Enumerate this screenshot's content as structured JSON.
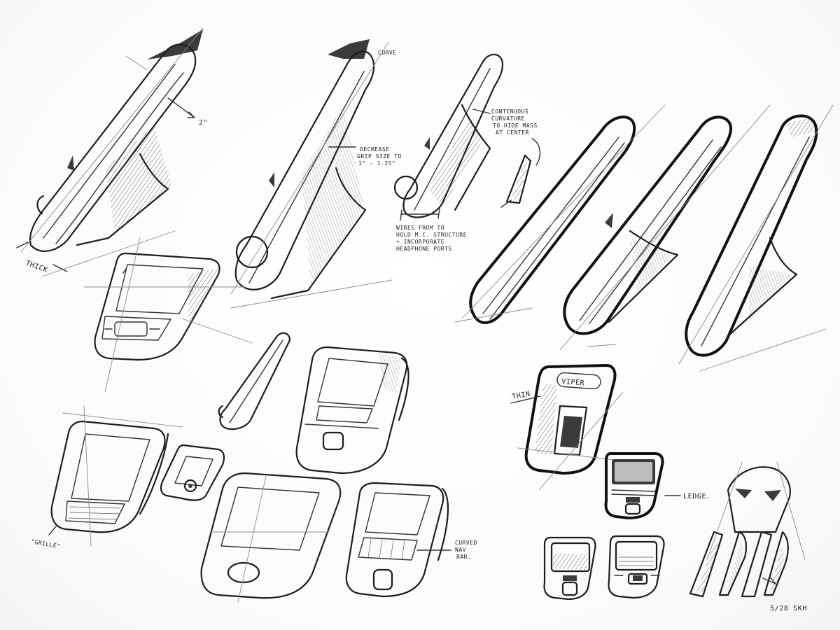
{
  "annotations": {
    "thick": "THICK",
    "two_inch": "2\"",
    "curve": "CURVE",
    "decrease_1": "DECREASE",
    "decrease_2": "GRIP SIZE TO",
    "decrease_3": "1\" - 1.25\"",
    "continuous_1": "CONTINUOUS",
    "continuous_2": "CURVATURE",
    "continuous_3": "TO HIDE MASS",
    "continuous_4": "AT CENTER",
    "wires_1": "WIRES FROM TO",
    "wires_2": "HOLD M.C. STRUCTURE",
    "wires_3": "+ INCORPORATE",
    "wires_4": "HEADPHONE PORTS",
    "grille": "\"GRILLE\"",
    "curved_nav_1": "CURVED",
    "curved_nav_2": "NAV",
    "curved_nav_3": "BAR.",
    "thin": "THIN",
    "ledge": "LEDGE.",
    "logo": "VIPER",
    "signature": "5/28 SKH"
  },
  "colors": {
    "ink": "#1d1d1d",
    "paper": "#ffffff"
  }
}
